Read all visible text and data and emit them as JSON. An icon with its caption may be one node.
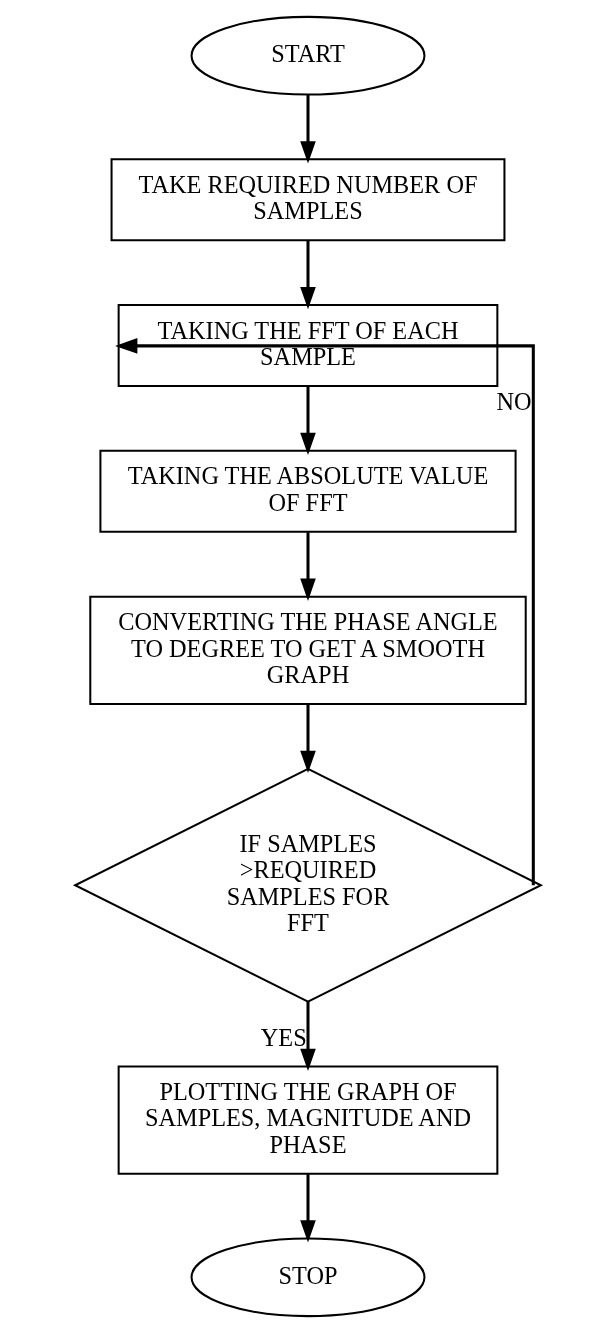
{
  "diagram": {
    "nodes": [
      {
        "text": [
          "START"
        ]
      },
      {
        "text": [
          "TAKE REQUIRED NUMBER OF SAMPLES"
        ]
      },
      {
        "text": [
          "TAKING THE FFT OF EACH SAMPLE"
        ]
      },
      {
        "text": [
          "TAKING THE ABSOLUTE VALUE OF FFT"
        ]
      },
      {
        "text": [
          "CONVERTING THE PHASE ANGLE TO DEGREE TO GET A SMOOTH GRAPH"
        ]
      },
      {
        "text": [
          "IF SAMPLES >REQUIRED SAMPLES FOR FFT"
        ]
      },
      {
        "text": [
          "PLOTTING THE GRAPH OF SAMPLES, MAGNITUDE AND PHASE"
        ]
      },
      {
        "text": [
          "STOP"
        ]
      }
    ],
    "edges": [
      {
        "from": 0,
        "to": 1,
        "arrow": "to"
      },
      {
        "from": 1,
        "to": 2,
        "arrow": "to"
      },
      {
        "from": 2,
        "to": 3,
        "arrow": "to"
      },
      {
        "from": 3,
        "to": 4,
        "arrow": "to"
      },
      {
        "from": 4,
        "to": 5,
        "arrow": "to"
      },
      {
        "from": 5,
        "to": 2,
        "arrow": "to",
        "label": "NO"
      },
      {
        "from": 5,
        "to": 6,
        "arrow": "to",
        "label": "YES"
      },
      {
        "from": 6,
        "to": 7,
        "arrow": "to"
      }
    ]
  }
}
